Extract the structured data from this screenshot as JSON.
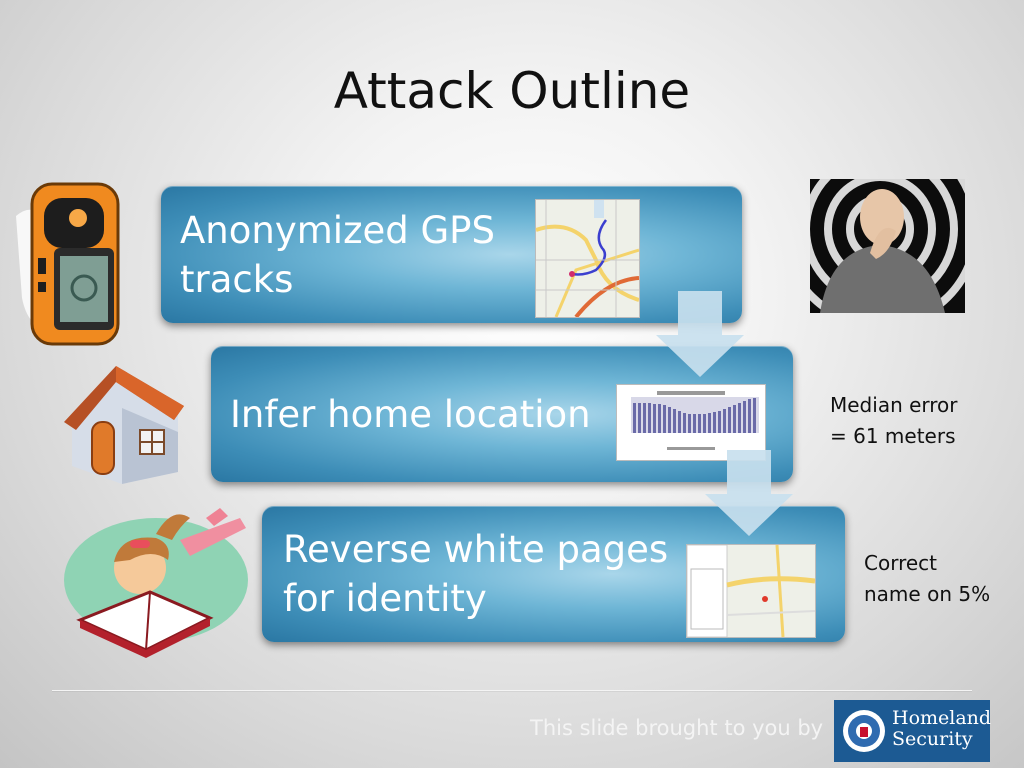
{
  "slide": {
    "title": "Attack Outline",
    "steps": [
      {
        "label_line1": "Anonymized GPS",
        "label_line2": "tracks"
      },
      {
        "label_line1": "Infer home location",
        "label_line2": ""
      },
      {
        "label_line1": "Reverse white pages",
        "label_line2": "for identity"
      }
    ],
    "notes": {
      "home": {
        "line1": "Median error",
        "line2": "= 61 meters"
      },
      "identity": {
        "line1": "Correct",
        "line2": "name on 5%"
      }
    },
    "footer": {
      "text": "This slide brought to you by"
    },
    "logo": {
      "line1": "Homeland",
      "line2": "Security"
    },
    "colors": {
      "box": "#3d8db7",
      "arrow": "#c8dfee",
      "logo_bg": "#1c5a93"
    },
    "icons": [
      "gps-device-icon",
      "house-icon",
      "girl-reading-icon",
      "person-photo",
      "dhs-seal-icon"
    ]
  }
}
